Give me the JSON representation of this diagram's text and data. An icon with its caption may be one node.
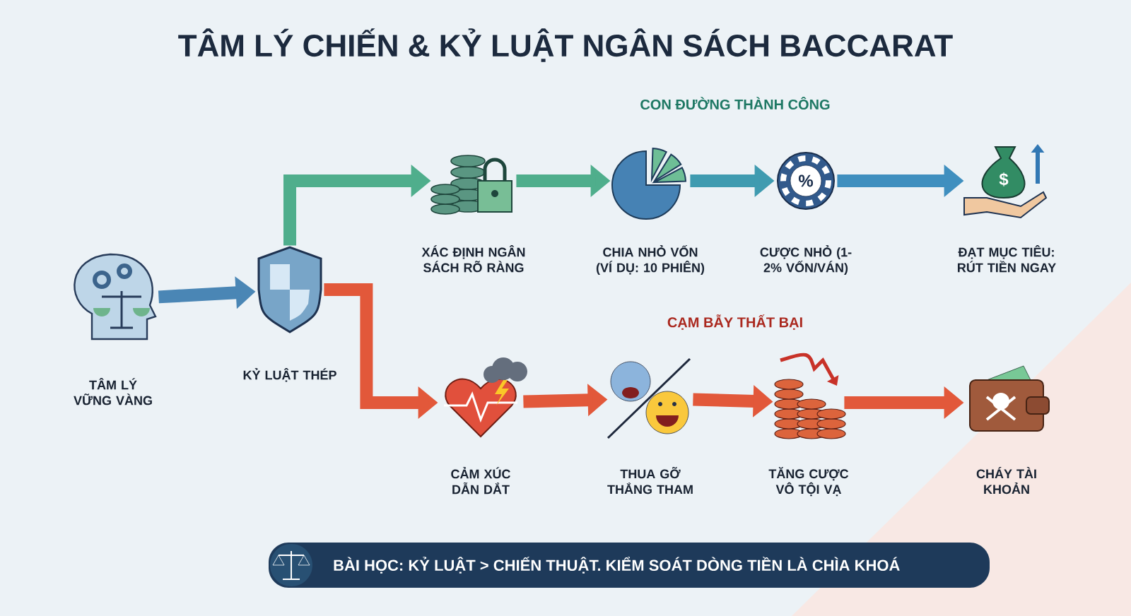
{
  "diagram": {
    "title": "TÂM LÝ CHIẾN & KỶ LUẬT NGÂN SÁCH BACCARAT",
    "nodes": [
      {
        "text": [],
        "shape": "picture",
        "beside": [
          "TÂM LÝ VỮNG VÀNG"
        ]
      },
      {
        "text": [],
        "shape": "picture",
        "beside": [
          "KỶ LUẬT THÉP"
        ]
      },
      {
        "text": [],
        "shape": "picture",
        "beside": [
          "XÁC ĐỊNH NGÂN SÁCH RÕ RÀNG"
        ]
      },
      {
        "text": [],
        "shape": "picture",
        "beside": [
          "CHIA NHỎ VỐN (VÍ DỤ: 10 PHIÊN)"
        ]
      },
      {
        "text": [],
        "shape": "picture",
        "beside": [
          "CƯỢC NHỎ (1-2% VỐN/VÁN)"
        ]
      },
      {
        "text": [],
        "shape": "picture",
        "beside": [
          "ĐẠT MỤC TIÊU: RÚT TIỀN NGAY"
        ]
      },
      {
        "text": [],
        "shape": "picture",
        "beside": [
          "CẢM XÚC DẪN DẮT"
        ]
      },
      {
        "text": [],
        "shape": "picture",
        "beside": [
          "THUA GỠ THẮNG THAM"
        ]
      },
      {
        "text": [],
        "shape": "picture",
        "beside": [
          "TĂNG CƯỢC VÔ TỘI VẠ"
        ]
      },
      {
        "text": [],
        "shape": "picture",
        "beside": [
          "CHÁY TÀI KHOẢN"
        ]
      }
    ],
    "edges": [
      {
        "from": 0,
        "to": 1,
        "arrow": "to",
        "color": "#4a86b5"
      },
      {
        "from": 1,
        "to": 2,
        "arrow": "to",
        "color": "#4fae8c"
      },
      {
        "from": 2,
        "to": 3,
        "arrow": "to",
        "color": "#4fae8c"
      },
      {
        "from": 3,
        "to": 4,
        "arrow": "to",
        "color": "#3f9bb0"
      },
      {
        "from": 4,
        "to": 5,
        "arrow": "to",
        "color": "#3f8fbf"
      },
      {
        "from": 1,
        "to": 6,
        "arrow": "to",
        "color": "#e2583a"
      },
      {
        "from": 6,
        "to": 7,
        "arrow": "to",
        "color": "#e2583a"
      },
      {
        "from": 7,
        "to": 8,
        "arrow": "to",
        "color": "#e2583a"
      },
      {
        "from": 8,
        "to": 9,
        "arrow": "to",
        "color": "#e2583a"
      }
    ],
    "labels": [
      "CON ĐƯỜNG THÀNH CÔNG",
      "%",
      "$",
      "CẠM BẪY THẤT BẠI",
      "BÀI HỌC: KỶ LUẬT > CHIẾN THUẬT. KIỂM SOÁT DÒNG TIỀN LÀ CHÌA KHOÁ"
    ]
  }
}
